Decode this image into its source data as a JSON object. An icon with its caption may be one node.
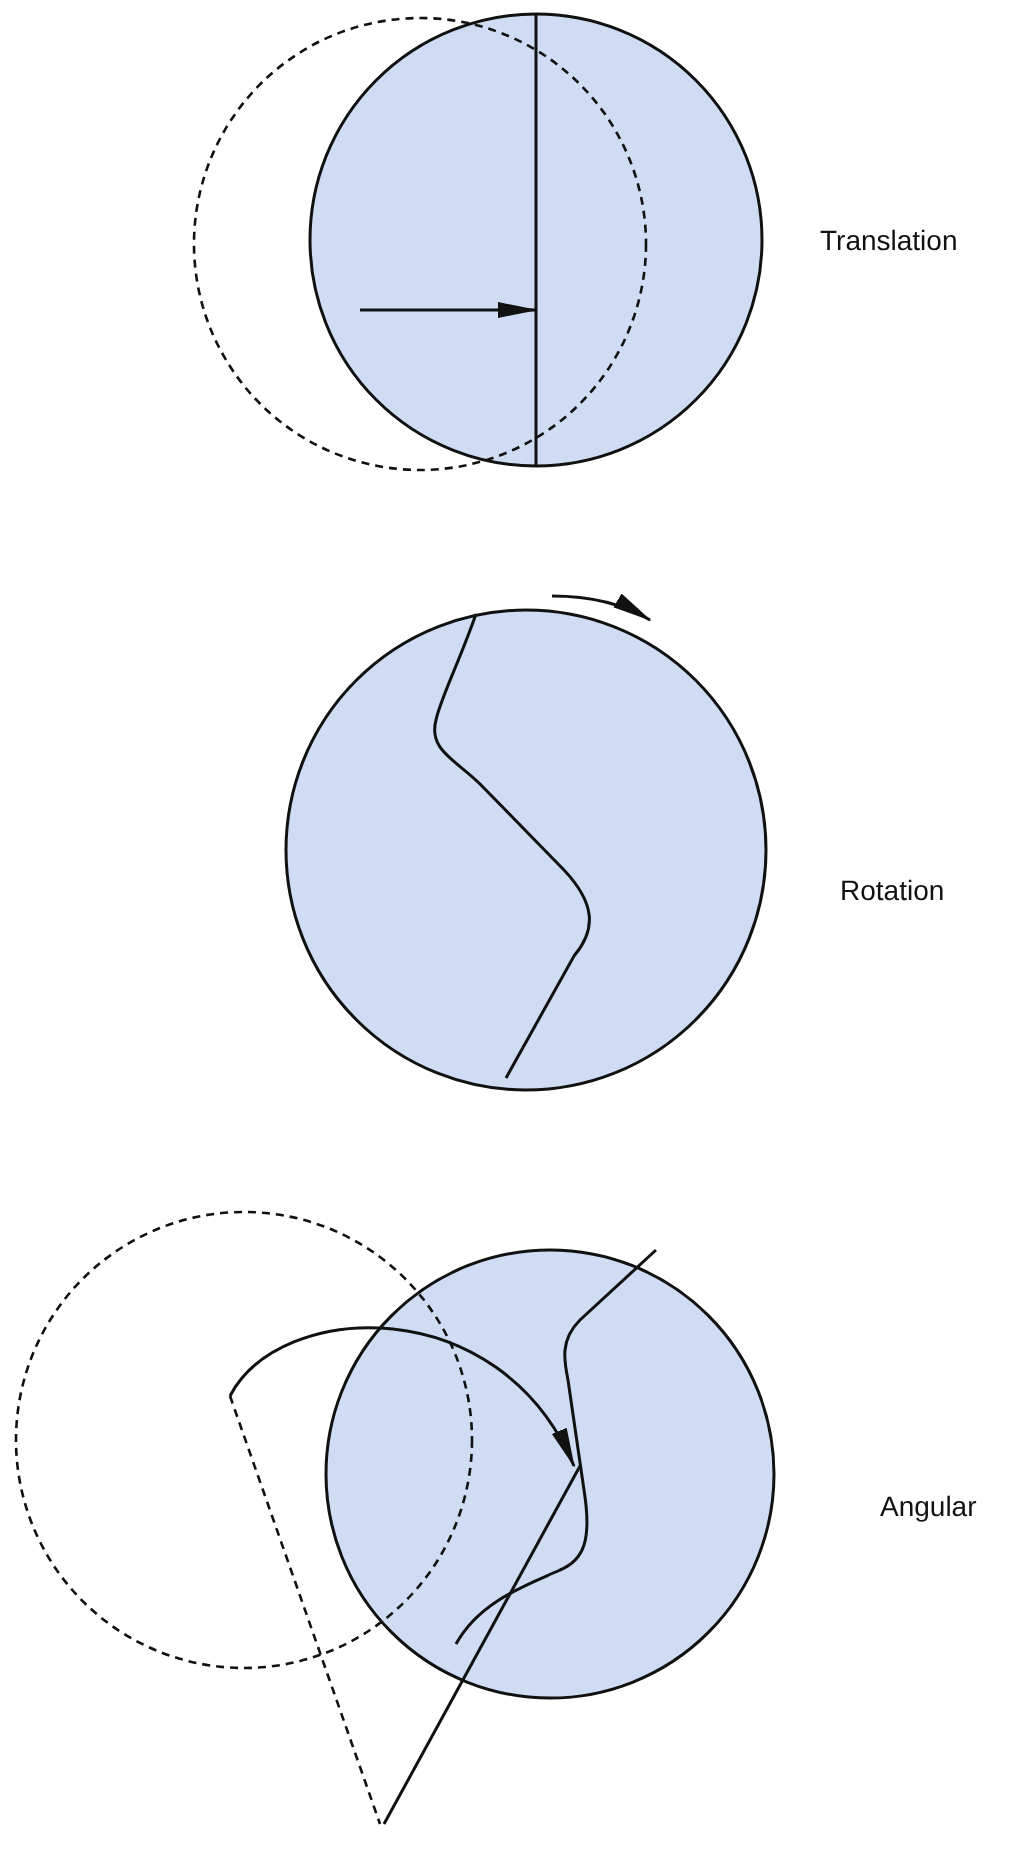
{
  "diagram": {
    "labels": [
      "Translation",
      "Rotation",
      "Angular"
    ]
  }
}
